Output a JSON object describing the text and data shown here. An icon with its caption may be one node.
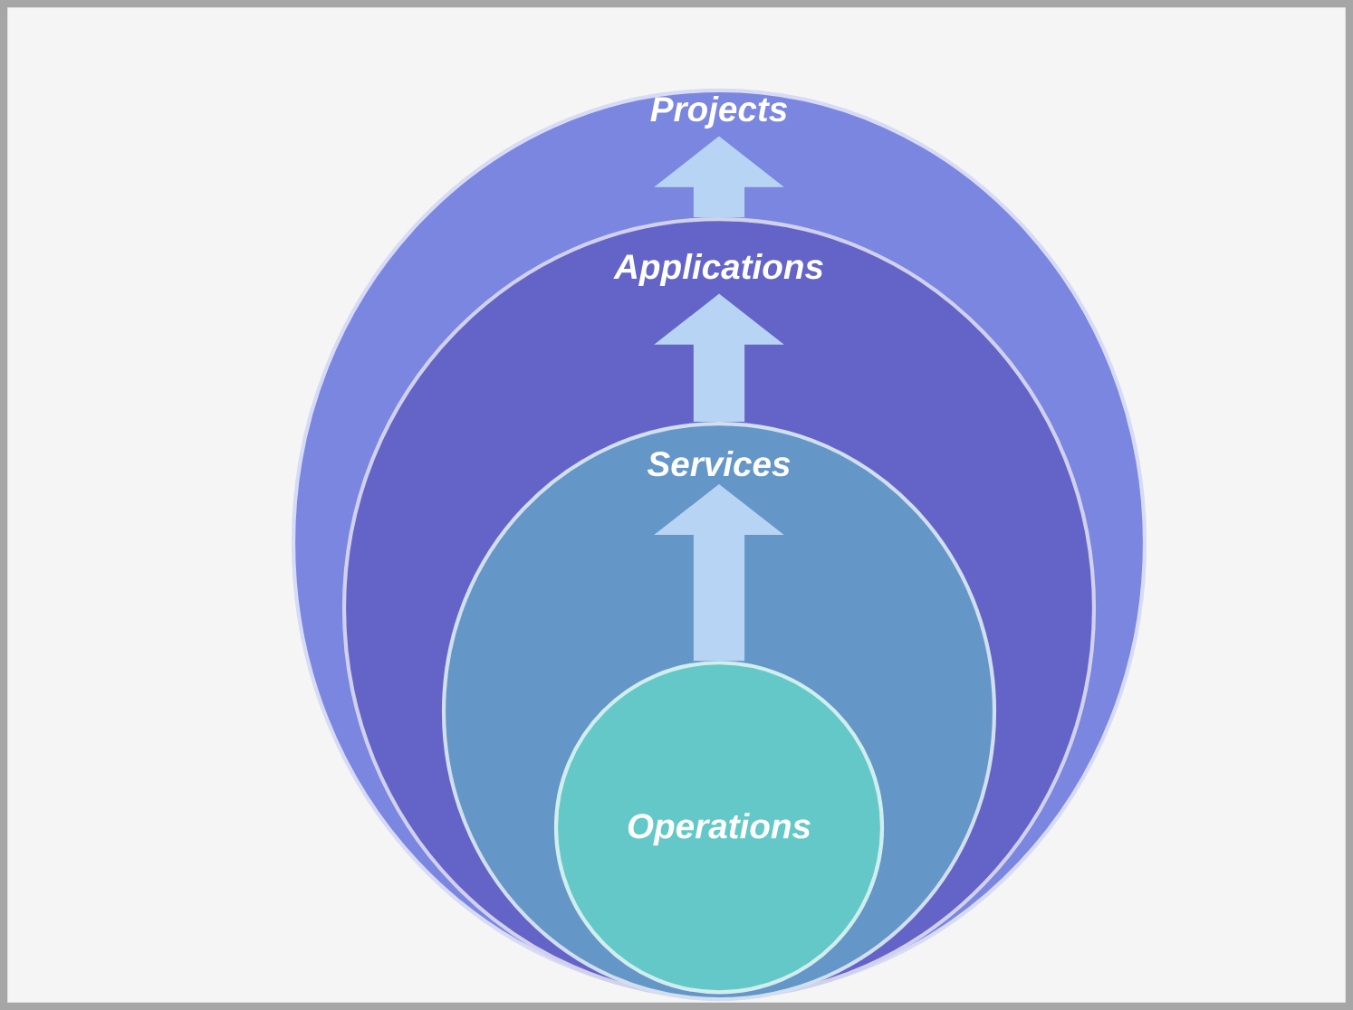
{
  "diagram": {
    "nodes": [
      {
        "text": [
          "Projects"
        ]
      },
      {
        "text": [
          "Applications"
        ],
        "in": 0
      },
      {
        "text": [
          "Services"
        ],
        "in": 1
      },
      {
        "text": [
          "Operations"
        ],
        "in": 2
      }
    ],
    "edges": [
      {
        "from": 3,
        "to": 2,
        "arrow": "to"
      },
      {
        "from": 2,
        "to": 1,
        "arrow": "to"
      },
      {
        "from": 1,
        "to": 0,
        "arrow": "to"
      }
    ]
  }
}
